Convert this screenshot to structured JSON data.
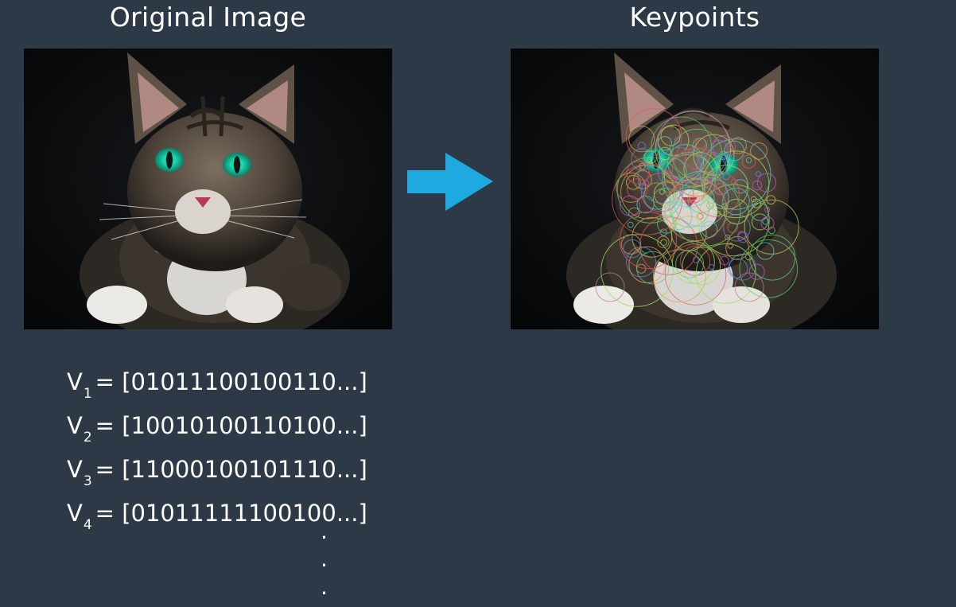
{
  "titles": {
    "left": "Original Image",
    "right": "Keypoints"
  },
  "arrow": {
    "icon": "right-arrow-icon",
    "color": "#1ea9e1"
  },
  "vectors": [
    {
      "name": "V",
      "sub": "1",
      "value": "= [01011100100110...]"
    },
    {
      "name": "V",
      "sub": "2",
      "value": "= [10010100110100...]"
    },
    {
      "name": "V",
      "sub": "3",
      "value": "= [11000100101110...]"
    },
    {
      "name": "V",
      "sub": "4",
      "value": "= [01011111100100...]"
    }
  ],
  "continuation": [
    ".",
    ".",
    "."
  ]
}
